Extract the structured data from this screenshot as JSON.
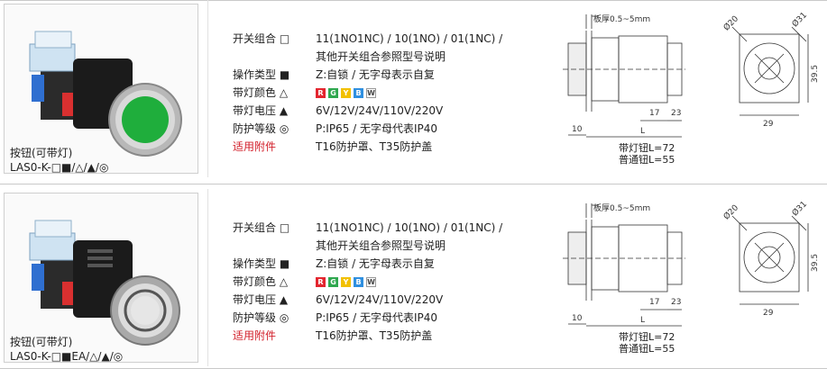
{
  "products": [
    {
      "caption_title": "按钮(可带灯)",
      "caption_model": "LAS0-K-□■/△/▲/◎",
      "specs": [
        {
          "label": "开关组合 □",
          "value": "11(1NO1NC) / 10(1NO) / 01(1NC) /",
          "value2": "其他开关组合参照型号说明"
        },
        {
          "label": "操作类型 ■",
          "value": "Z:自锁 / 无字母表示自复"
        },
        {
          "label": "带灯颜色 △",
          "chips": [
            "R",
            "G",
            "Y",
            "B",
            "W"
          ]
        },
        {
          "label": "带灯电压 ▲",
          "value": "6V/12V/24V/110V/220V"
        },
        {
          "label": "防护等级 ◎",
          "value": "P:IP65 / 无字母代表IP40"
        },
        {
          "label": "适用附件",
          "value": "T16防护罩、T35防护盖",
          "label_red": true
        }
      ],
      "dims": {
        "panel": "板厚0.5~5mm",
        "d17": "17",
        "d23": "23",
        "d10": "10",
        "dL": "L",
        "d20": "Ø20",
        "d31": "Ø31",
        "d39": "39.5",
        "d29": "29"
      },
      "foot1": "带灯钮L=72",
      "foot2": "普通钮L=55",
      "button_color": "#1fae3c"
    },
    {
      "caption_title": "按钮(可带灯)",
      "caption_model": "LAS0-K-□■EA/△/▲/◎",
      "specs": [
        {
          "label": "开关组合 □",
          "value": "11(1NO1NC) / 10(1NO) / 01(1NC) /",
          "value2": "其他开关组合参照型号说明"
        },
        {
          "label": "操作类型 ■",
          "value": "Z:自锁 / 无字母表示自复"
        },
        {
          "label": "带灯颜色 △",
          "chips": [
            "R",
            "G",
            "Y",
            "B",
            "W"
          ]
        },
        {
          "label": "带灯电压 ▲",
          "value": "6V/12V/24V/110V/220V"
        },
        {
          "label": "防护等级 ◎",
          "value": "P:IP65 / 无字母代表IP40"
        },
        {
          "label": "适用附件",
          "value": "T16防护罩、T35防护盖",
          "label_red": true
        }
      ],
      "dims": {
        "panel": "板厚0.5~5mm",
        "d17": "17",
        "d23": "23",
        "d10": "10",
        "dL": "L",
        "d20": "Ø20",
        "d31": "Ø31",
        "d39": "39.5",
        "d29": "29"
      },
      "foot1": "带灯钮L=72",
      "foot2": "普通钮L=55",
      "button_color": "#e6e6e6"
    }
  ],
  "chip_colors": {
    "R": "#e3262f",
    "G": "#2fa84f",
    "Y": "#f2c000",
    "B": "#2f8fe0",
    "W": "#ffffff"
  }
}
